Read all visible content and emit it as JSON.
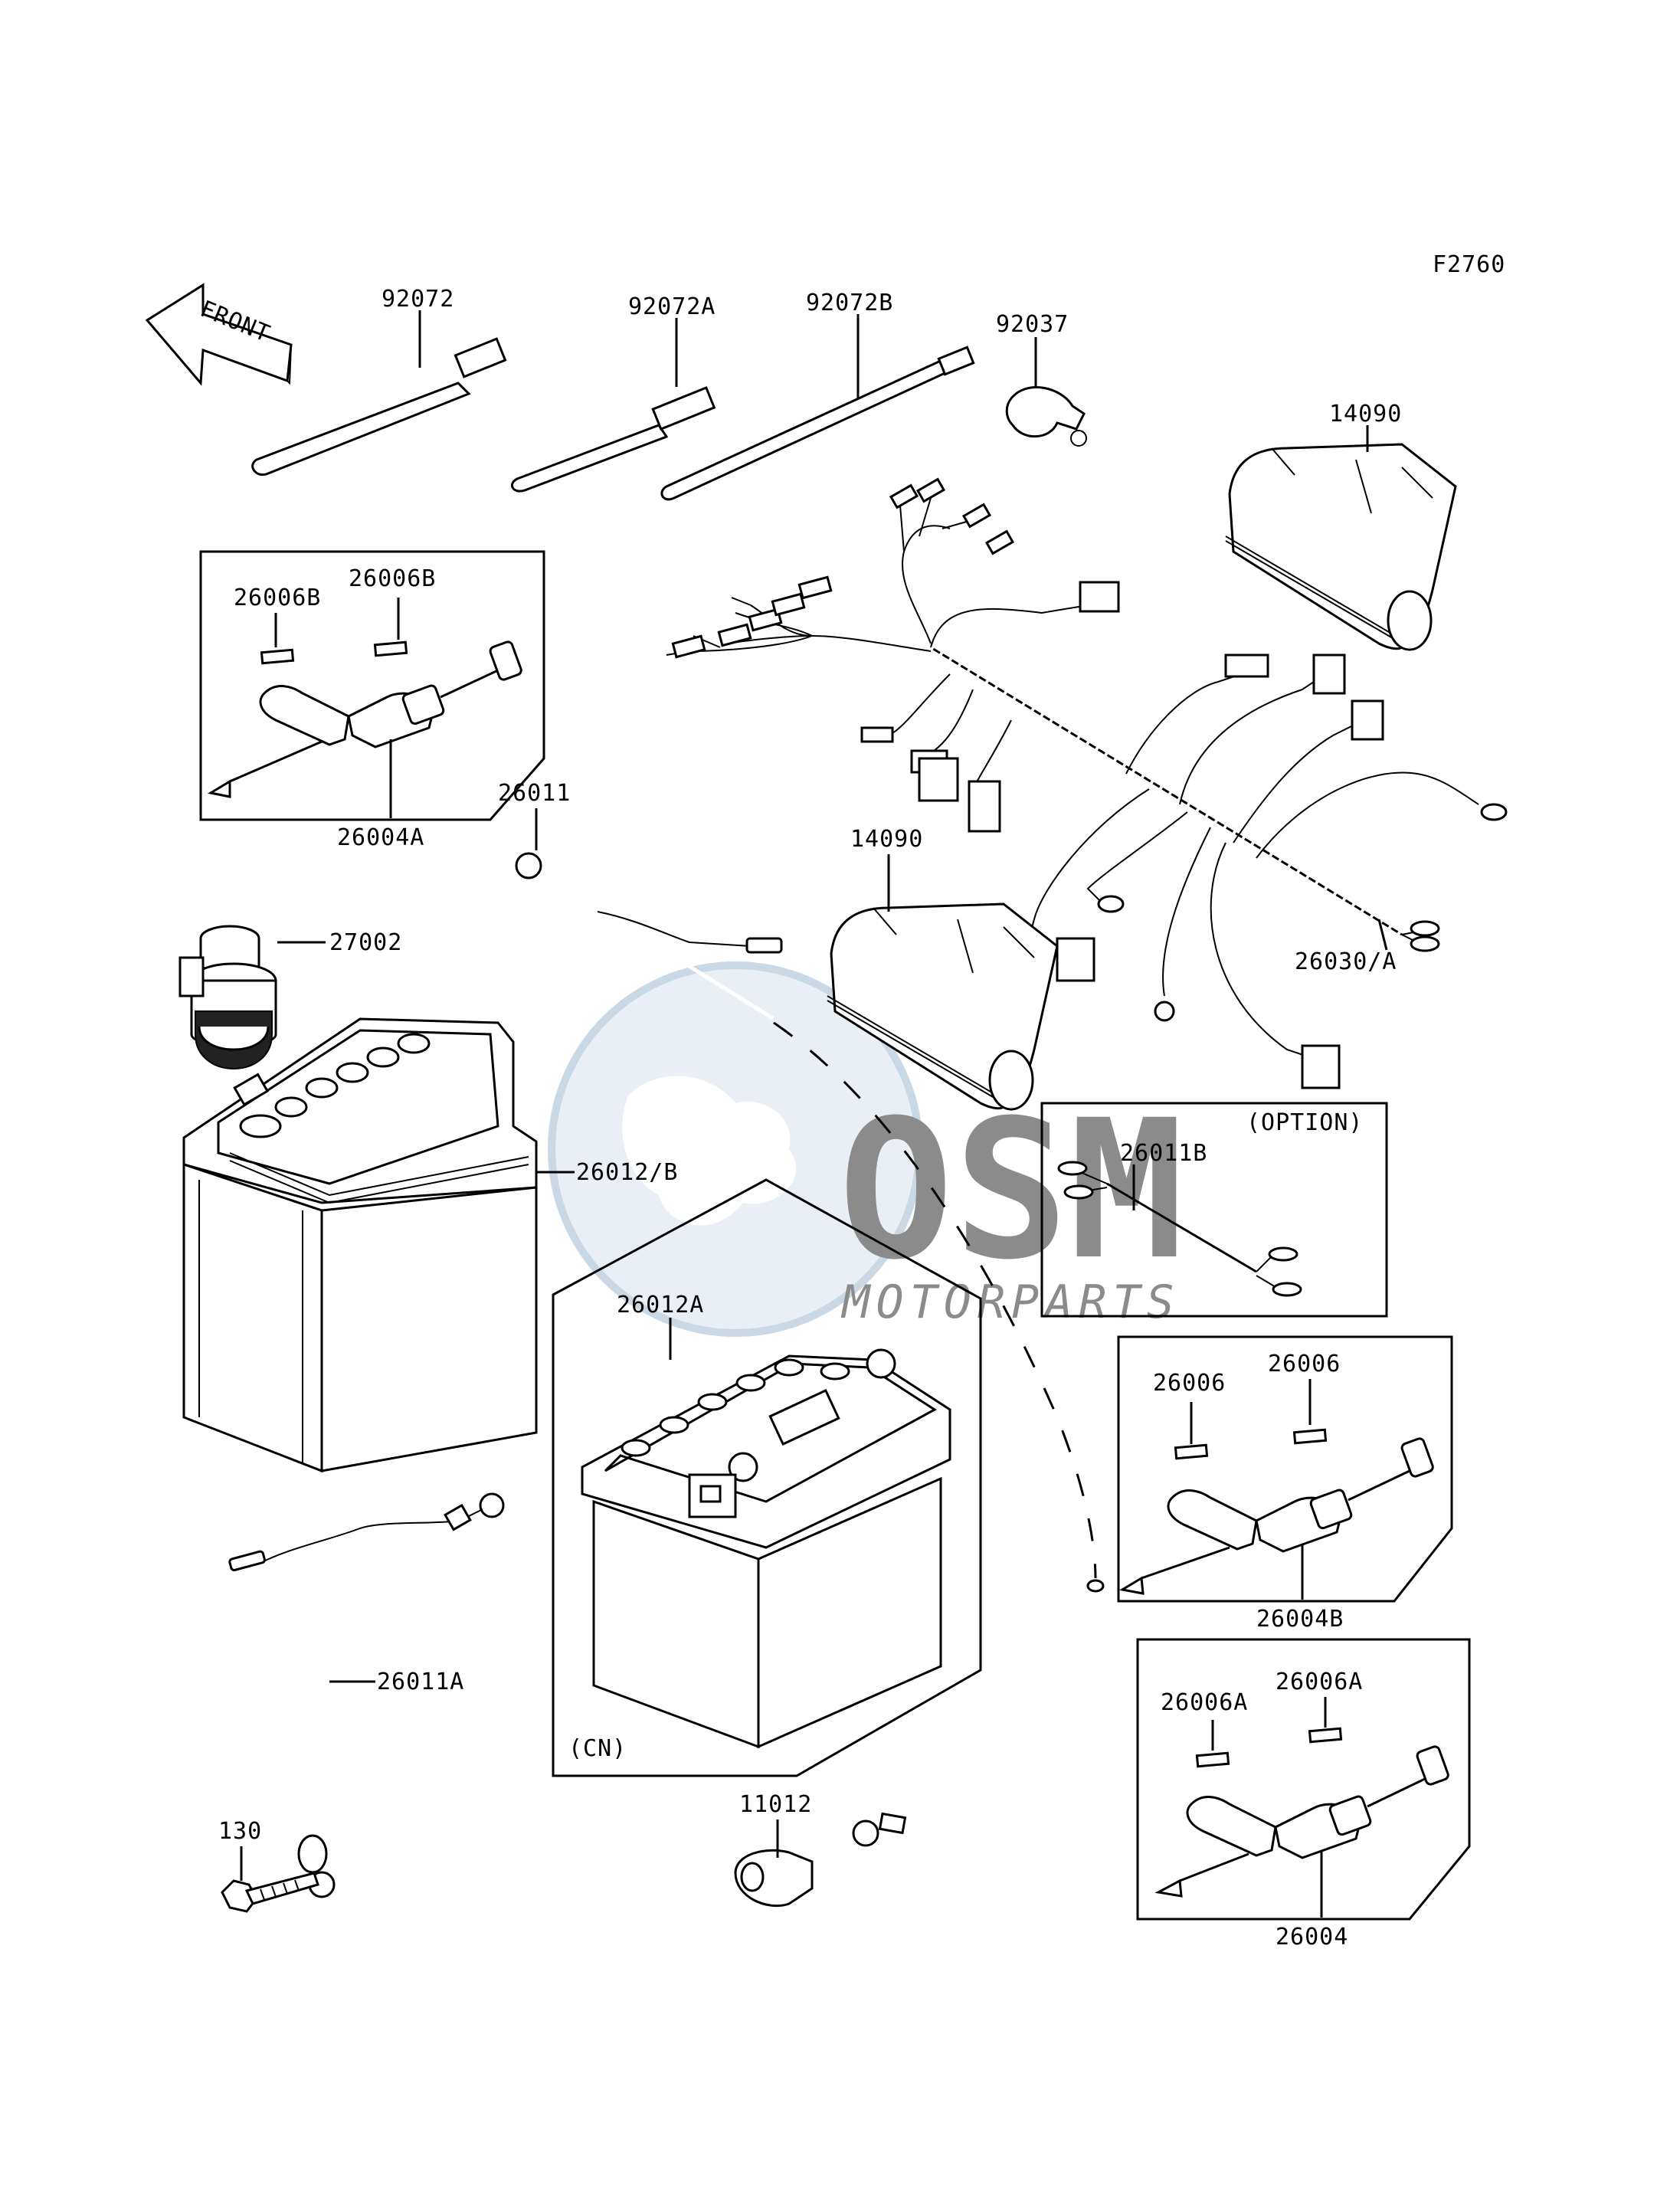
{
  "figure_code": "F2760",
  "front_arrow_label": "FRONT",
  "watermark": {
    "brand": "OSM",
    "sub": "MOTORPARTS",
    "color": "#8aa9c6"
  },
  "labels": {
    "p92072": "92072",
    "p92072A": "92072A",
    "p92072B": "92072B",
    "p92037": "92037",
    "p14090_top": "14090",
    "p14090_mid": "14090",
    "p26006B_1": "26006B",
    "p26006B_2": "26006B",
    "p26004A": "26004A",
    "p26011": "26011",
    "p27002": "27002",
    "p26030A": "26030/A",
    "p26012B": "26012/B",
    "p26012A": "26012A",
    "p26011B": "26011B",
    "option": "(OPTION)",
    "p26006_1": "26006",
    "p26006_2": "26006",
    "p26004B": "26004B",
    "p26011A": "26011A",
    "p26006A_1": "26006A",
    "p26006A_2": "26006A",
    "p26004": "26004",
    "cn": "(CN)",
    "p11012": "11012",
    "p130": "130"
  }
}
